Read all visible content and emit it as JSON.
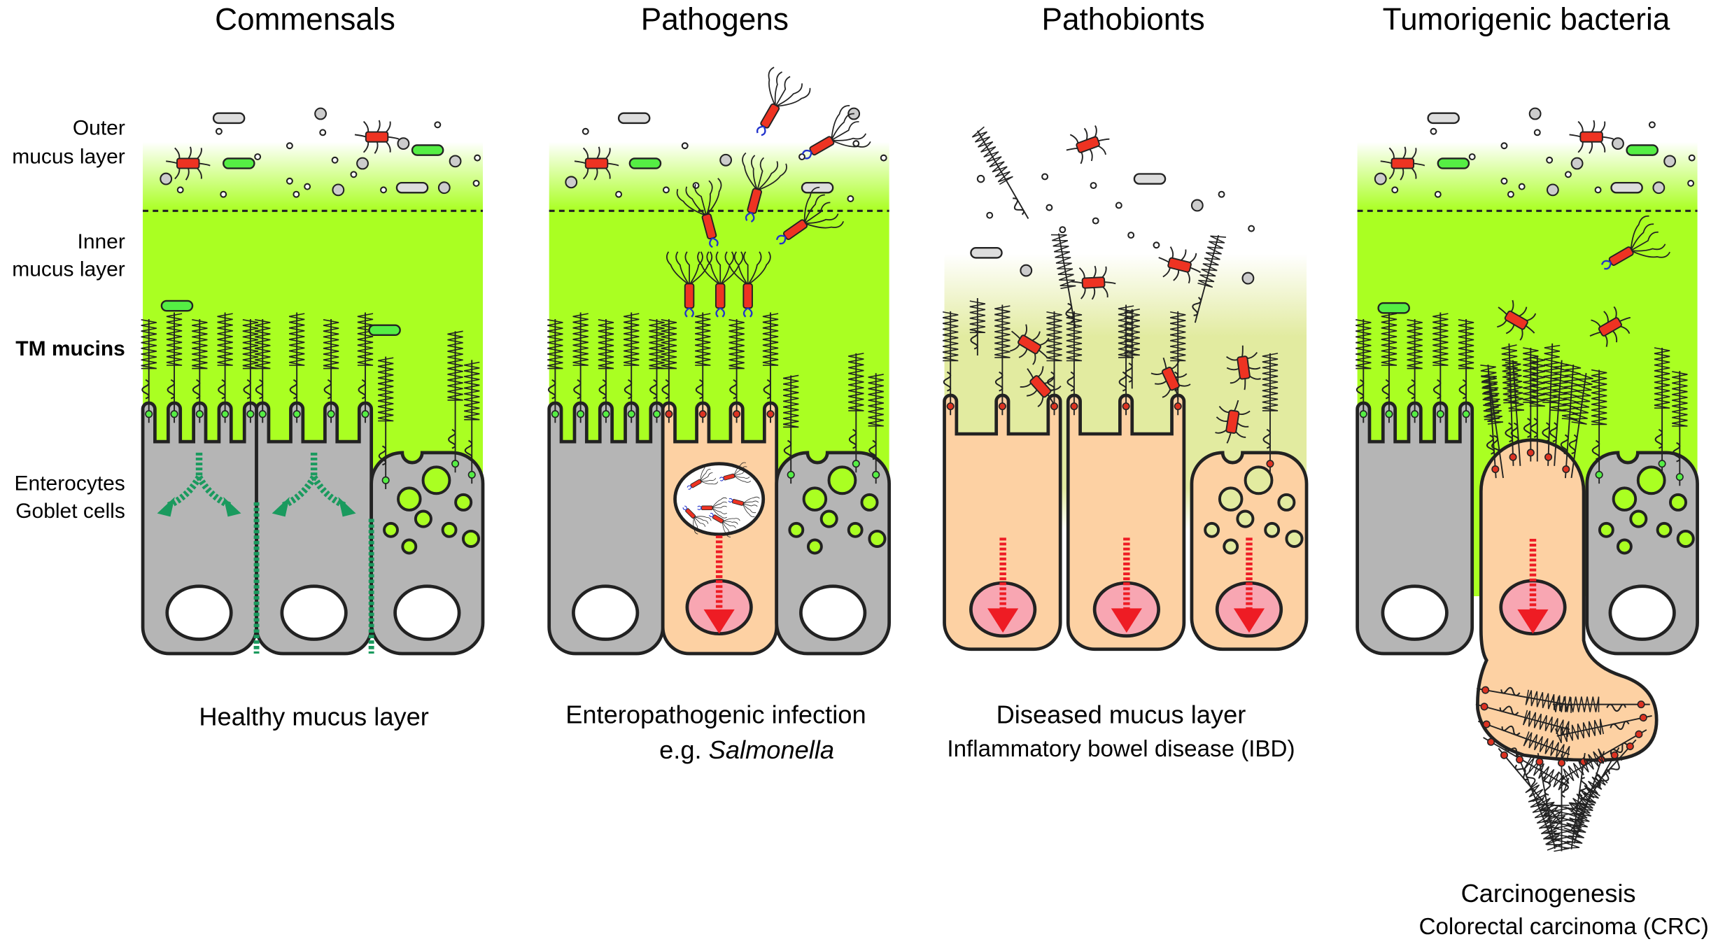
{
  "panels": [
    {
      "title": "Commensals",
      "caption": "Healthy mucus layer"
    },
    {
      "title": "Pathogens",
      "caption": "Enteropathogenic infection",
      "caption2_prefix": "e.g. ",
      "caption2_italic": "Salmonella"
    },
    {
      "title": "Pathobionts",
      "caption": "Diseased mucus layer",
      "caption2": "Inflammatory bowel disease (IBD)"
    },
    {
      "title": "Tumorigenic bacteria",
      "caption": "Carcinogenesis",
      "caption2": "Colorectal carcinoma (CRC)"
    }
  ],
  "side_labels": {
    "outer_1": "Outer",
    "outer_2": "mucus layer",
    "inner_1": "Inner",
    "inner_2": "mucus layer",
    "tm_mucins": "TM mucins",
    "enterocytes": "Enterocytes",
    "goblet": "Goblet cells"
  },
  "colors": {
    "mucus_green": "#aaff22",
    "diseased_mucus": "#e2eba0",
    "healthy_cell": "#b5b5b5",
    "affected_cell": "#fdd1a3",
    "nucleus_affected": "#f8a6b2",
    "bacteria_red": "#ee3322",
    "commensal_green": "#55ee44",
    "signal_teal": "#1a9a5e",
    "signal_red": "#ee1c24"
  }
}
